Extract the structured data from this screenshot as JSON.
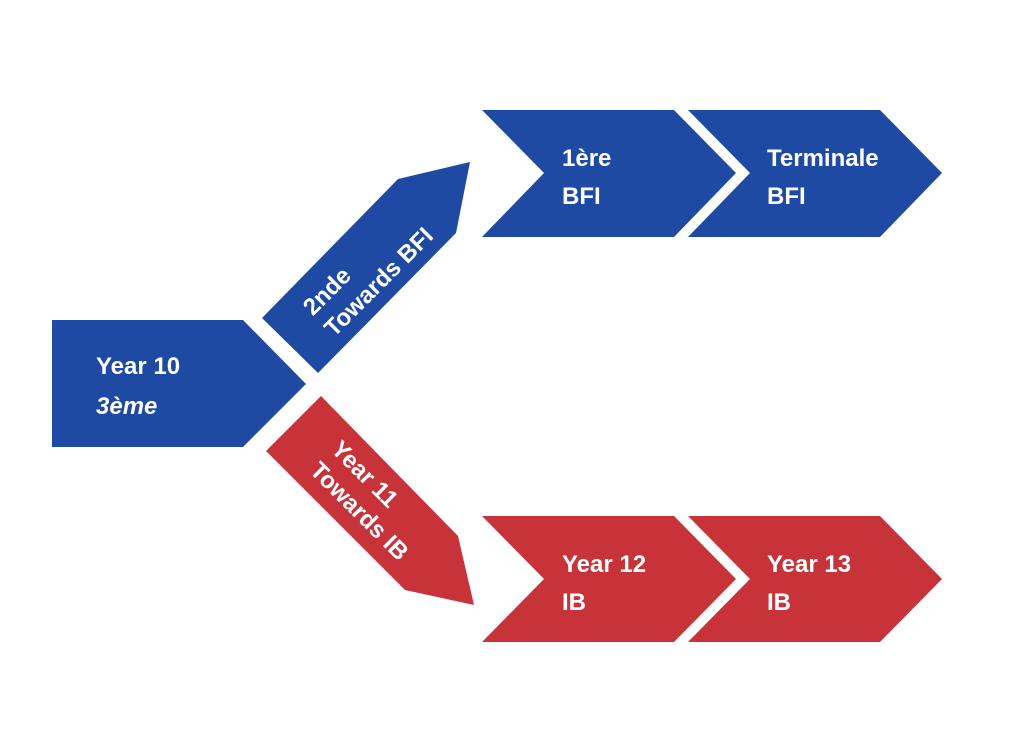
{
  "colors": {
    "blue": "#1f4aa3",
    "red": "#c8333a",
    "text": "#ffffff",
    "background": "#ffffff"
  },
  "nodes": {
    "year10": {
      "line1": "Year 10",
      "line2": "3ème"
    },
    "second": {
      "line1": "2nde",
      "line2": "Towards BFI"
    },
    "year11": {
      "line1": "Year 11",
      "line2": "Towards IB"
    },
    "premiere": {
      "line1": "1ère",
      "line2": "BFI"
    },
    "terminale": {
      "line1": "Terminale",
      "line2": "BFI"
    },
    "year12": {
      "line1": "Year 12",
      "line2": "IB"
    },
    "year13": {
      "line1": "Year 13",
      "line2": "IB"
    }
  }
}
